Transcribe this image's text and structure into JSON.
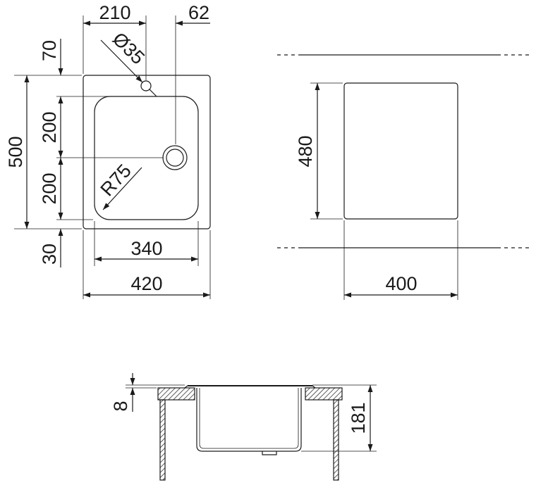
{
  "top_view": {
    "dim_210": "210",
    "dim_62": "62",
    "dim_70": "70",
    "dim_diameter": "Ø35",
    "dim_500": "500",
    "dim_200_top": "200",
    "dim_200_bottom": "200",
    "dim_radius": "R75",
    "dim_30": "30",
    "dim_340": "340",
    "dim_420": "420"
  },
  "cutout_view": {
    "dim_480": "480",
    "dim_400": "400"
  },
  "section_view": {
    "dim_8": "8",
    "dim_181": "181"
  }
}
